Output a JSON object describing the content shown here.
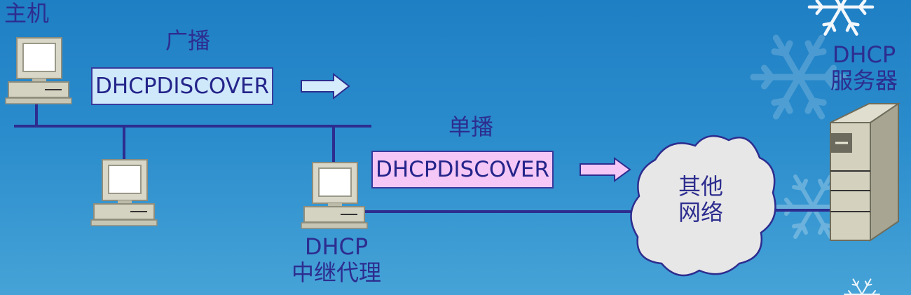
{
  "labels": {
    "host": "主机",
    "broadcast": "广播",
    "unicast": "单播",
    "relay_line1": "DHCP",
    "relay_line2": "中继代理",
    "server_line1": "DHCP",
    "server_line2": "服务器",
    "cloud_line1": "其他",
    "cloud_line2": "网络"
  },
  "messages": {
    "broadcast_msg": "DHCPDISCOVER",
    "unicast_msg": "DHCPDISCOVER"
  },
  "colors": {
    "background": "#2a8ccc",
    "line": "#2d2d8f",
    "text": "#2d2d8f",
    "broadcast_box": "#cfe9fb",
    "unicast_box": "#f4c7f6",
    "cloud": "#e6e6e6"
  }
}
